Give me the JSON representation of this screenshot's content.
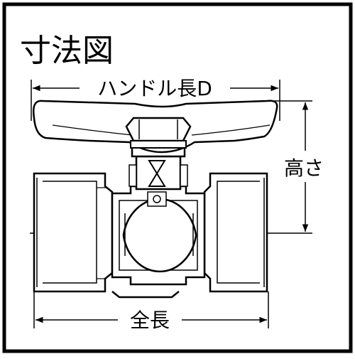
{
  "title": "寸法図",
  "labels": {
    "handle_length": "ハンドル長D",
    "height": "高さ",
    "overall_length": "全長"
  },
  "colors": {
    "line": "#000000",
    "background": "#ffffff",
    "body_fill": "#ffffff"
  }
}
